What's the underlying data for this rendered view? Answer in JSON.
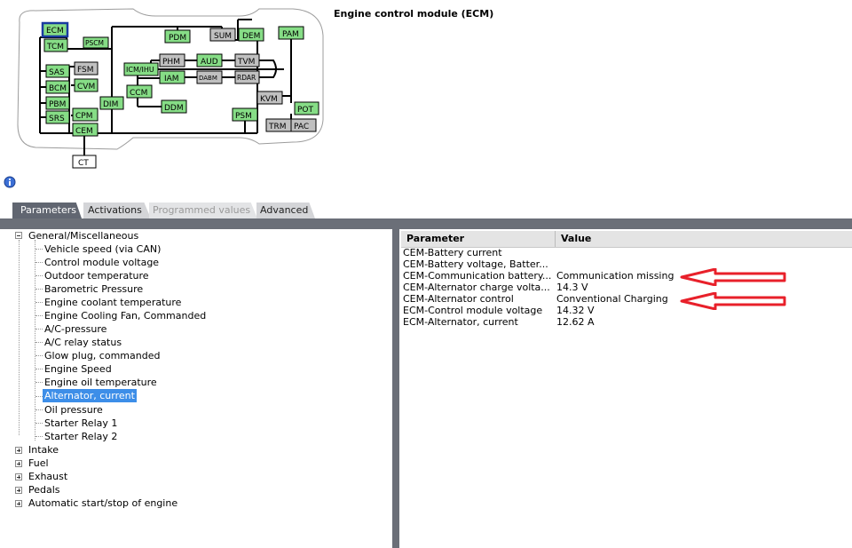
{
  "header": {
    "title": "Engine control module (ECM)"
  },
  "topology": {
    "modules": [
      {
        "id": "ECM",
        "label": "ECM",
        "state": "selected"
      },
      {
        "id": "TCM",
        "label": "TCM",
        "state": "ok"
      },
      {
        "id": "PSCM",
        "label": "PSCM",
        "state": "ok"
      },
      {
        "id": "PDM",
        "label": "PDM",
        "state": "ok"
      },
      {
        "id": "SUM",
        "label": "SUM",
        "state": "inactive"
      },
      {
        "id": "DEM",
        "label": "DEM",
        "state": "ok"
      },
      {
        "id": "PAM",
        "label": "PAM",
        "state": "ok"
      },
      {
        "id": "SAS",
        "label": "SAS",
        "state": "ok"
      },
      {
        "id": "FSM",
        "label": "FSM",
        "state": "inactive"
      },
      {
        "id": "CVM",
        "label": "CVM",
        "state": "ok"
      },
      {
        "id": "BCM",
        "label": "BCM",
        "state": "ok"
      },
      {
        "id": "PBM",
        "label": "PBM",
        "state": "ok"
      },
      {
        "id": "SRS",
        "label": "SRS",
        "state": "ok"
      },
      {
        "id": "CPM",
        "label": "CPM",
        "state": "ok"
      },
      {
        "id": "CEM",
        "label": "CEM",
        "state": "ok"
      },
      {
        "id": "CT",
        "label": "CT",
        "state": "white"
      },
      {
        "id": "ICM",
        "label": "ICM/IHU",
        "state": "ok"
      },
      {
        "id": "PHM",
        "label": "PHM",
        "state": "inactive"
      },
      {
        "id": "AUD",
        "label": "AUD",
        "state": "ok"
      },
      {
        "id": "TVM",
        "label": "TVM",
        "state": "inactive"
      },
      {
        "id": "IAM",
        "label": "IAM",
        "state": "ok"
      },
      {
        "id": "DABM",
        "label": "DABM",
        "state": "inactive"
      },
      {
        "id": "RDAR",
        "label": "RDAR",
        "state": "inactive"
      },
      {
        "id": "CCM",
        "label": "CCM",
        "state": "ok"
      },
      {
        "id": "DIM",
        "label": "DIM",
        "state": "ok"
      },
      {
        "id": "DDM",
        "label": "DDM",
        "state": "ok"
      },
      {
        "id": "KVM",
        "label": "KVM",
        "state": "inactive"
      },
      {
        "id": "POT",
        "label": "POT",
        "state": "ok"
      },
      {
        "id": "PSM",
        "label": "PSM",
        "state": "ok"
      },
      {
        "id": "TRM",
        "label": "TRM",
        "state": "inactive"
      },
      {
        "id": "PAC",
        "label": "PAC",
        "state": "inactive"
      }
    ],
    "colors": {
      "ok": "#86dd86",
      "inactive": "#c0c0c0",
      "selected": "#86dd86",
      "white": "#ffffff",
      "selected_border": "#1a3aa0"
    }
  },
  "tabs": [
    {
      "label": "Parameters",
      "state": "active"
    },
    {
      "label": "Activations",
      "state": "normal"
    },
    {
      "label": "Programmed values",
      "state": "disabled"
    },
    {
      "label": "Advanced",
      "state": "normal"
    }
  ],
  "tree": {
    "root_expanded": {
      "label": "General/Miscellaneous",
      "children": [
        "Vehicle speed (via CAN)",
        "Control module voltage",
        "Outdoor temperature",
        "Barometric Pressure",
        "Engine coolant temperature",
        "Engine Cooling Fan, Commanded",
        "A/C-pressure",
        "A/C relay status",
        "Glow plug, commanded",
        "Engine Speed",
        "Engine oil temperature",
        "Alternator, current",
        "Oil pressure",
        "Starter Relay 1",
        "Starter Relay 2"
      ],
      "selected_child": "Alternator, current"
    },
    "collapsed": [
      "Intake",
      "Fuel",
      "Exhaust",
      "Pedals",
      "Automatic start/stop of engine"
    ]
  },
  "grid": {
    "headers": [
      "Parameter",
      "Value"
    ],
    "rows": [
      {
        "parameter": "CEM-Battery current",
        "value": ""
      },
      {
        "parameter": "CEM-Battery voltage, Batter...",
        "value": ""
      },
      {
        "parameter": "CEM-Communication battery...",
        "value": "Communication missing"
      },
      {
        "parameter": "CEM-Alternator charge volta...",
        "value": "14.3 V"
      },
      {
        "parameter": "CEM-Alternator control",
        "value": "Conventional Charging"
      },
      {
        "parameter": "ECM-Control module voltage",
        "value": "14.32 V"
      },
      {
        "parameter": "ECM-Alternator, current",
        "value": "12.62 A"
      }
    ],
    "annotation_color": "#e8202a"
  }
}
